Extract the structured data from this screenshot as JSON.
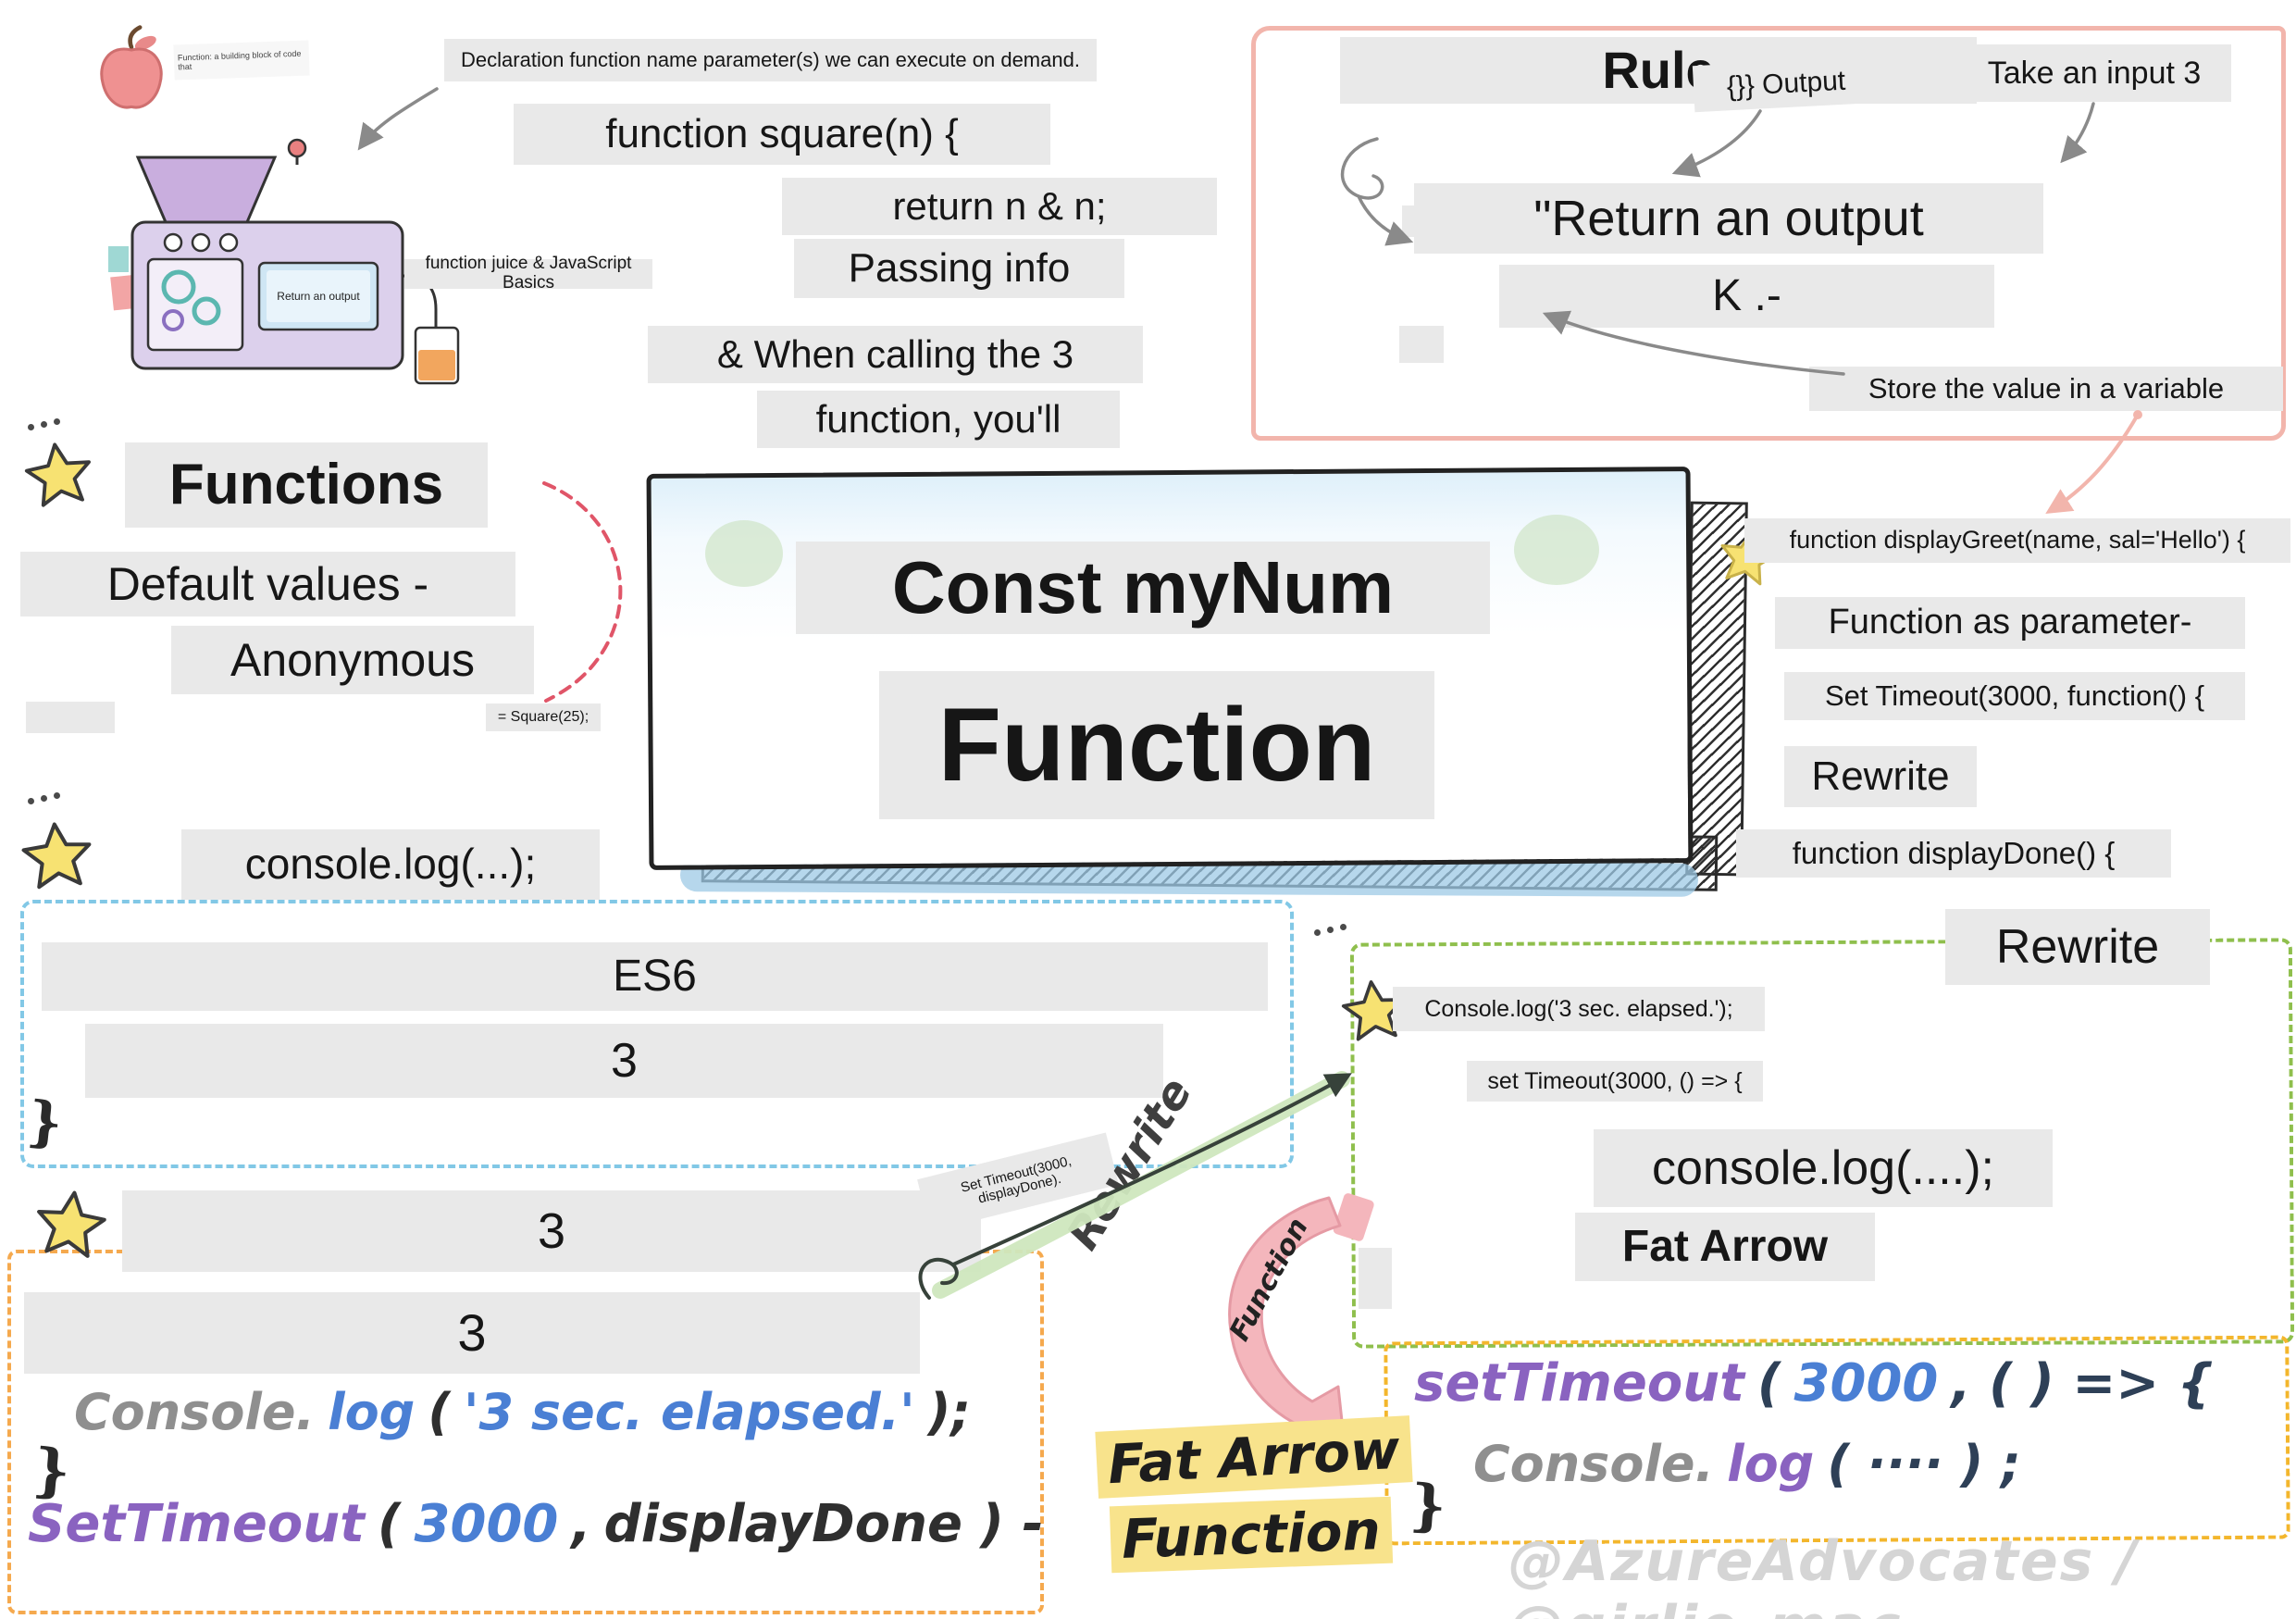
{
  "palette": {
    "bar": "#e9e9e9",
    "ink": "#1c1c1c",
    "pink-border": "#f2b5ac",
    "blue-dash": "#82c8e6",
    "orange-dash": "#f5a94e",
    "green-dash": "#8fbf4d",
    "yellow-dash": "#f3b62c",
    "star-fill": "#f7e272",
    "hand-gray": "#8f8f8f",
    "hand-blue": "#4a7fd4",
    "hand-purple": "#8a63c0",
    "hand-navy": "#2e4057",
    "watermark": "#d5d5d5"
  },
  "machine": {
    "note": "Function: a building block of code that",
    "screen_label": "Return an output",
    "caption": "function juice & JavaScript Basics"
  },
  "top_code": {
    "declaration": "Declaration function name parameter(s) we can execute on demand.",
    "square_fn": "function square(n) {",
    "return_line": "return n & n;",
    "passing_info": "Passing info",
    "when_calling_1": "& When calling the 3",
    "when_calling_2": "function, you'll"
  },
  "rule_box": {
    "title": "Rule",
    "output_label": "{}} Output",
    "take_input": "Take an input 3",
    "return_output": "\"Return an output",
    "k_line": "K .-",
    "store_value": "Store the value in a variable"
  },
  "functions_section": {
    "title": "Functions",
    "line1": "Default values -",
    "line2": "Anonymous",
    "square_call": "= Square(25);"
  },
  "center": {
    "line1": "Const myNum",
    "line2": "Function"
  },
  "right_column": {
    "display_greet": "function displayGreet(name, sal='Hello') {",
    "fn_as_param": "Function as parameter-",
    "set_timeout": "Set Timeout(3000, function() {",
    "rewrite_small": "Rewrite",
    "display_done": "function displayDone() {",
    "rewrite_big": "Rewrite"
  },
  "console_row": {
    "label": "console.log(...);"
  },
  "es6_box": {
    "title": "ES6",
    "value": "3",
    "brace": "}"
  },
  "star_row": {
    "value": "3"
  },
  "orange_box": {
    "value": "3",
    "console_line": [
      {
        "t": "Console."
      },
      {
        "t": "log"
      },
      {
        "t": "("
      },
      {
        "t": "'3 sec. elapsed.'"
      },
      {
        "t": ");"
      }
    ],
    "brace": "}",
    "settimeout_line": [
      {
        "t": "SetTimeout"
      },
      {
        "t": "("
      },
      {
        "t": "3000"
      },
      {
        "t": ","
      },
      {
        "t": "displayDone ) -"
      }
    ]
  },
  "rewrite_cluster": {
    "note": "Set Timeout(3000, displayDone).",
    "rewrite": "Rewrite",
    "arrow_label": "Function",
    "fat_arrow_line1": "Fat Arrow",
    "fat_arrow_line2": "Function"
  },
  "green_box": {
    "line1": "Console.log('3 sec. elapsed.');",
    "line2": "set Timeout(3000, () => {",
    "line3": "console.log(....);",
    "line4": "Fat Arrow"
  },
  "yellow_box": {
    "line1": [
      {
        "t": "setTimeout"
      },
      {
        "t": "("
      },
      {
        "t": "3000"
      },
      {
        "t": ", ( ) => {"
      }
    ],
    "line2": [
      {
        "t": "Console."
      },
      {
        "t": "log"
      },
      {
        "t": "( ···· ) ;"
      }
    ],
    "brace": "}"
  },
  "watermark": "@AzureAdvocates / @girlie_mac"
}
